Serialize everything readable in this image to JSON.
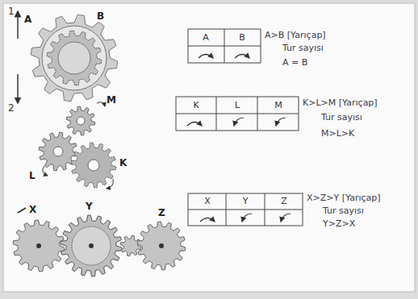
{
  "diagram": {
    "labels": [
      "1",
      "2",
      "A",
      "B",
      "A",
      "B",
      "A>B [Yarıçap]",
      "Tur sayısı",
      "A = B",
      "K",
      "L",
      "M",
      "K",
      "L",
      "M",
      "K>L>M [Yarıçap]",
      "Tur sayısı",
      "M>L>K",
      "X",
      "Y",
      "Z",
      "X",
      "Y",
      "Z",
      "X>Z>Y [Yarıçap]",
      "Tur sayısı",
      "Y>Z>X"
    ]
  }
}
